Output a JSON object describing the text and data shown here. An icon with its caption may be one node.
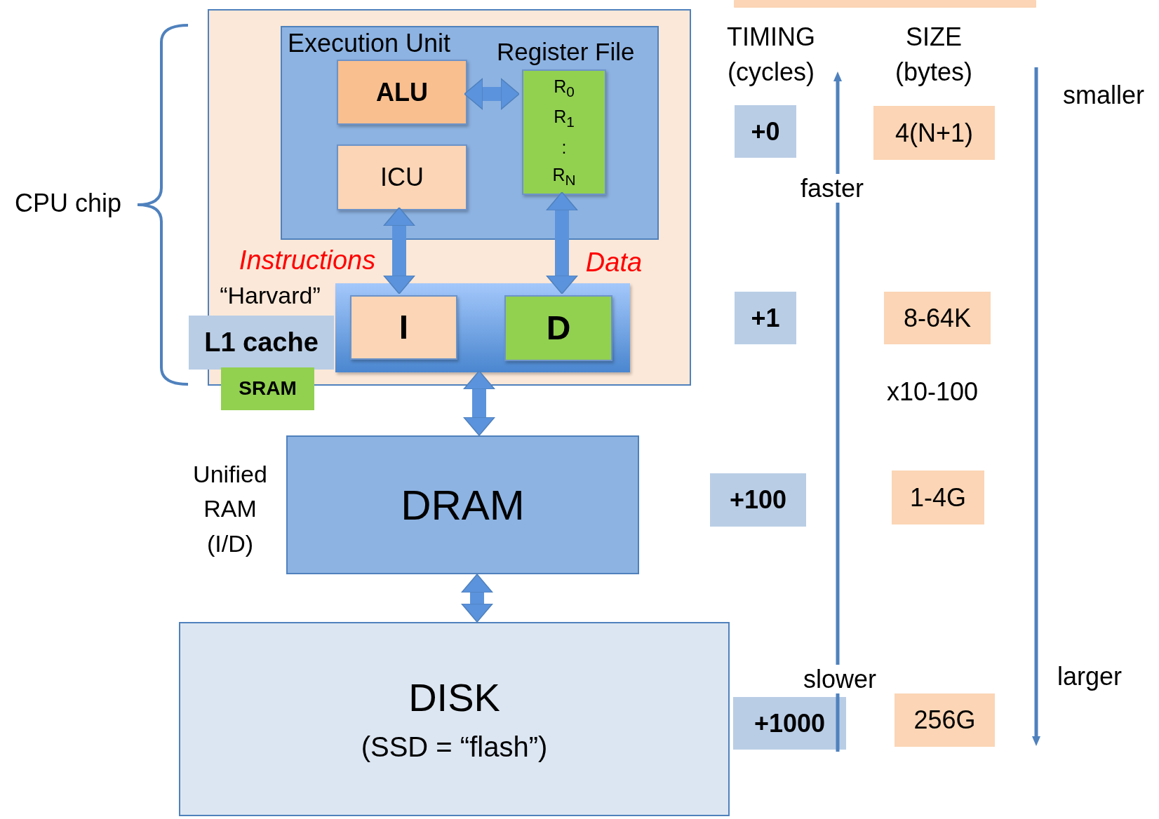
{
  "diagram": {
    "nodes": [
      {
        "text": [],
        "shape": "box"
      },
      {
        "text": [
          "Execution Unit"
        ],
        "in": 0
      },
      {
        "text": [
          "ALU"
        ],
        "in": 1
      },
      {
        "text": [
          "ICU"
        ],
        "in": 1
      },
      {
        "text": [
          "Register File",
          "R$_{0}$ R$_{1}$ : R$_{N}$"
        ],
        "in": 1
      },
      {
        "text": [],
        "shape": "box",
        "in": 0
      },
      {
        "text": [
          "I"
        ],
        "in": 5
      },
      {
        "text": [
          "D"
        ],
        "in": 5
      },
      {
        "text": [
          "L1 cache"
        ]
      },
      {
        "text": [
          "SRAM"
        ]
      },
      {
        "text": [
          "DRAM"
        ]
      },
      {
        "text": [
          "DISK",
          "(SSD = “flash”)"
        ]
      },
      {
        "text": [],
        "shape": "bar"
      },
      {
        "text": [
          "+0"
        ]
      },
      {
        "text": [
          "4(N+1)"
        ]
      },
      {
        "text": [
          "+1"
        ]
      },
      {
        "text": [
          "8-64K"
        ]
      },
      {
        "text": [
          "+100"
        ]
      },
      {
        "text": [
          "1-4G"
        ]
      },
      {
        "text": [
          "+1000"
        ]
      },
      {
        "text": [
          "256G"
        ]
      }
    ],
    "edges": [
      {
        "from": 2,
        "to": 4,
        "arrow": "both"
      },
      {
        "from": 3,
        "to": 6,
        "arrow": "both"
      },
      {
        "from": 4,
        "to": 7,
        "arrow": "both"
      },
      {
        "from": 5,
        "to": 10,
        "arrow": "both"
      },
      {
        "from": 10,
        "to": 11,
        "arrow": "both"
      }
    ],
    "labels": [
      "TIMING (cycles)",
      "SIZE (bytes)",
      "smaller",
      "faster",
      "CPU chip",
      "Instructions",
      "Data",
      "“Harvard”",
      "x10-100",
      "Unified RAM (I/D)",
      "larger",
      "slower"
    ]
  }
}
